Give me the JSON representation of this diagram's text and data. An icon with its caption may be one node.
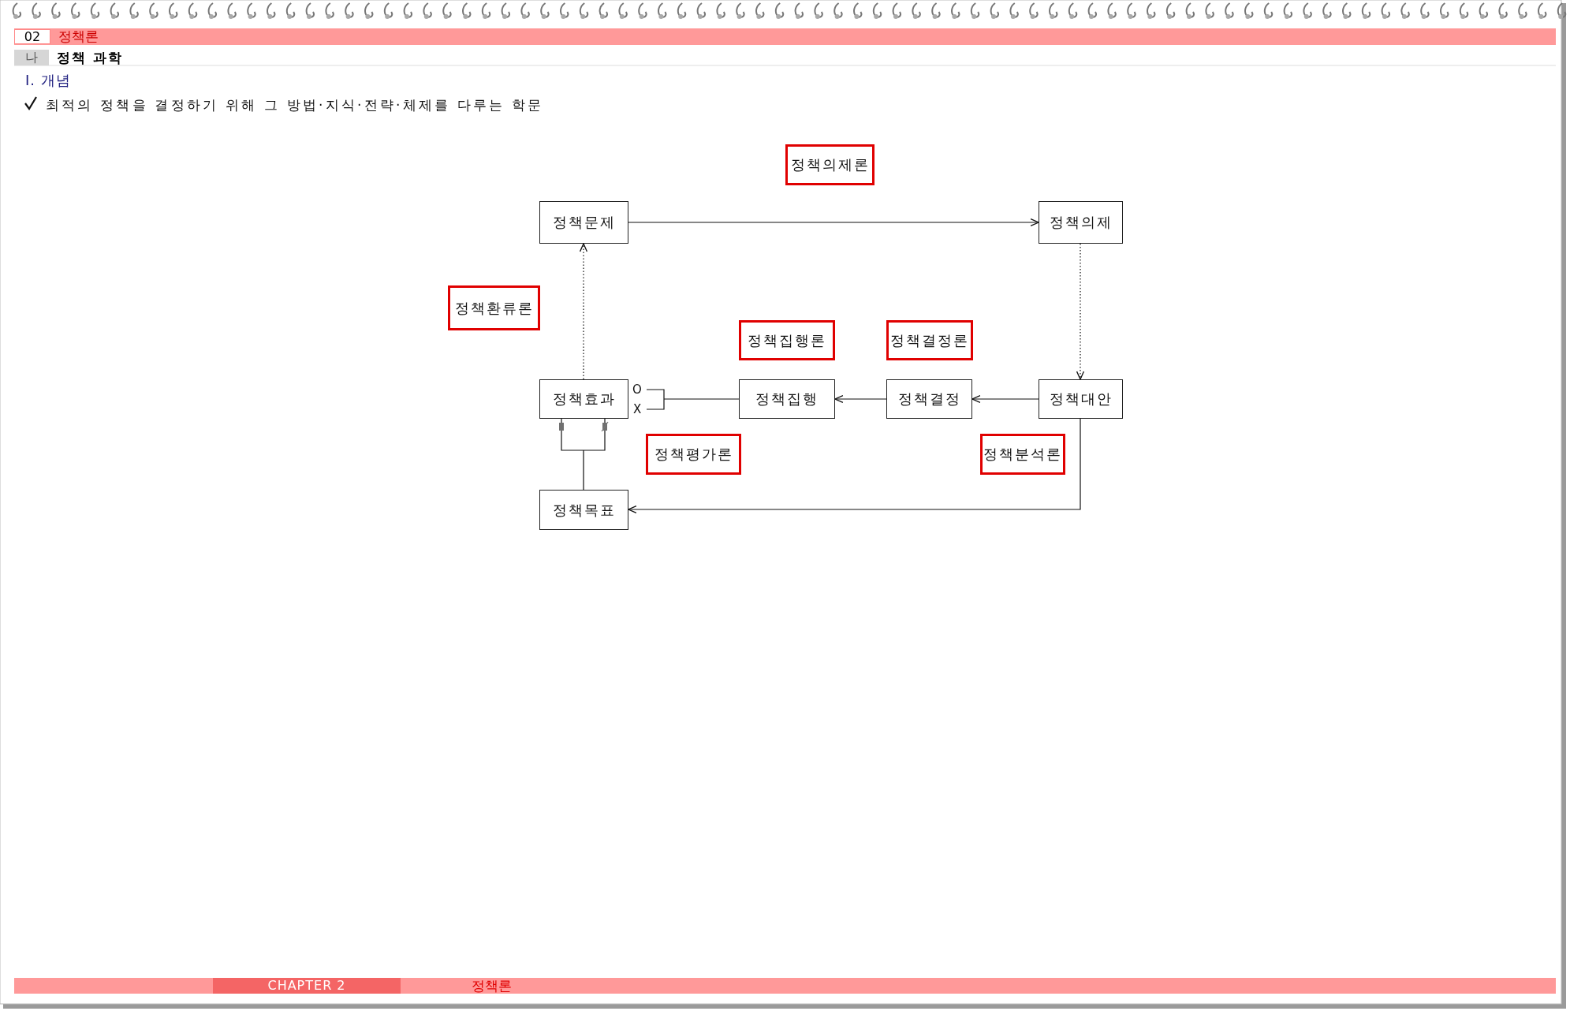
{
  "diagram": {
    "nodes": [
      {
        "text": [
          "정책의제론"
        ]
      },
      {
        "text": [
          "정책문제"
        ]
      },
      {
        "text": [
          "정책의제"
        ]
      },
      {
        "text": [
          "정책환류론"
        ]
      },
      {
        "text": [
          "정책집행론"
        ]
      },
      {
        "text": [
          "정책결정론"
        ]
      },
      {
        "text": [
          "정책효과"
        ]
      },
      {
        "text": [
          "정책집행"
        ]
      },
      {
        "text": [
          "정책결정"
        ]
      },
      {
        "text": [
          "정책대안"
        ]
      },
      {
        "text": [
          "정책평가론"
        ]
      },
      {
        "text": [
          "정책분석론"
        ]
      },
      {
        "text": [
          "정책목표"
        ]
      }
    ],
    "edges": [
      {
        "from": 1,
        "to": 2,
        "arrow": "to"
      },
      {
        "from": 2,
        "to": 9,
        "arrow": "to",
        "style": "dashed"
      },
      {
        "from": 9,
        "to": 8,
        "arrow": "to"
      },
      {
        "from": 8,
        "to": 7,
        "arrow": "to"
      },
      {
        "from": 7,
        "to": 6,
        "arrow": "none"
      },
      {
        "from": 6,
        "to": 1,
        "arrow": "to",
        "style": "dashed"
      },
      {
        "from": 9,
        "to": 12,
        "arrow": "to"
      },
      {
        "from": 6,
        "to": 12,
        "arrow": "none"
      }
    ],
    "labels": [
      "02",
      "정책론",
      "나",
      "정책 과학",
      "Ⅰ. 개념",
      "최적의 정책을 결정하기 위해 그 방법·지식·전략·체제를 다루는 학문",
      "O",
      "X",
      "CHAPTER 2",
      "정책론"
    ]
  }
}
